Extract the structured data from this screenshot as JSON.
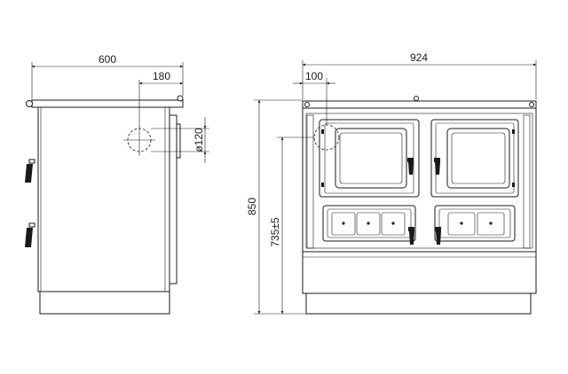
{
  "dimensions": {
    "side_width": "600",
    "side_flue_offset": "180",
    "flue_diameter": "ø120",
    "front_width": "924",
    "front_flue_offset": "100",
    "total_height": "850",
    "hob_height": "735±5"
  },
  "colors": {
    "line": "#1a1a1a",
    "background": "#ffffff"
  }
}
